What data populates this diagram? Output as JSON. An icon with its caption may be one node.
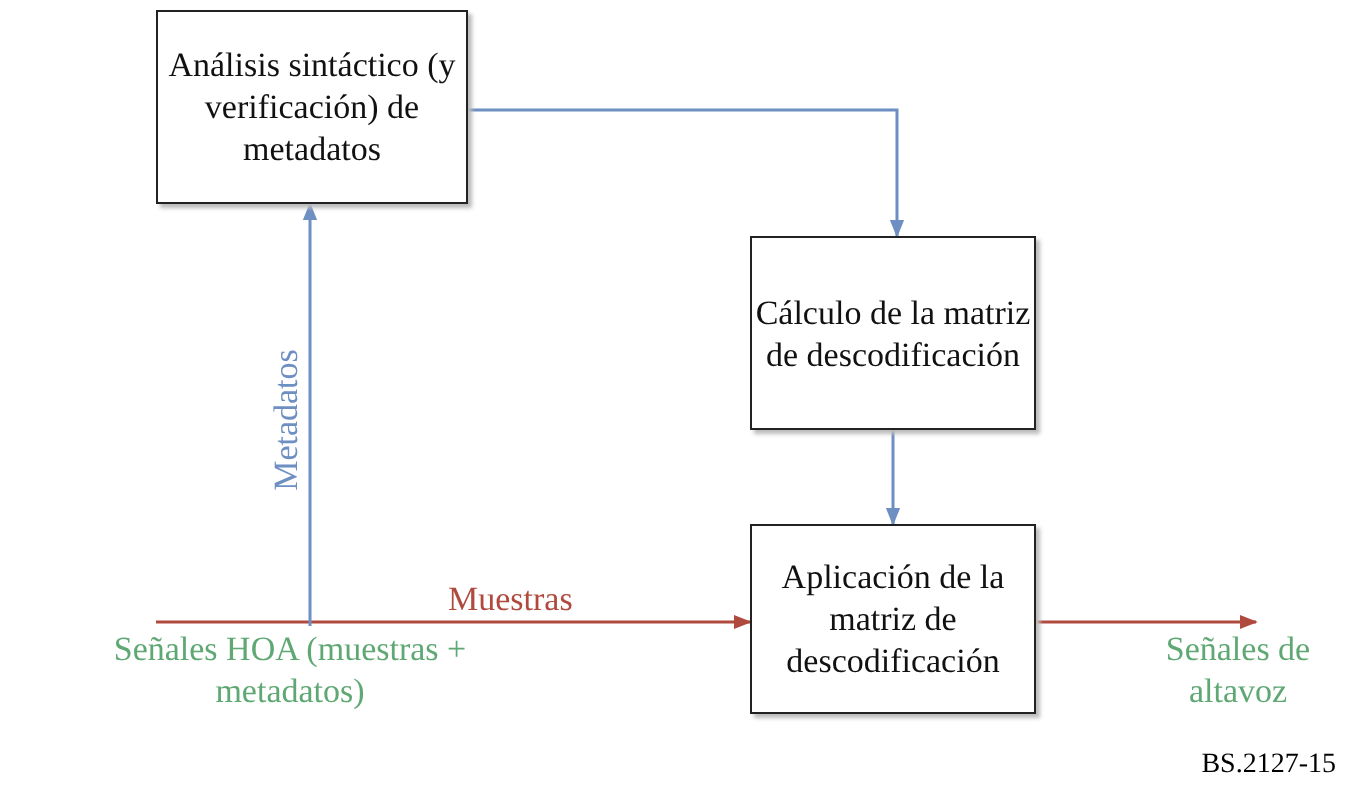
{
  "diagram": {
    "nodes": [
      {
        "text": [
          "Análisis sintáctico (y verificación) de metadatos"
        ]
      },
      {
        "text": [
          "Cálculo de la matriz de descodificación"
        ]
      },
      {
        "text": [
          "Aplicación de la matriz de descodificación"
        ]
      },
      {
        "text": [
          "Señales HOA (muestras + metadatos)"
        ]
      },
      {
        "text": [
          "Señales de altavoz"
        ]
      }
    ],
    "edges": [
      {
        "from": 3,
        "to": 2,
        "arrow": "to",
        "label": "Muestras",
        "color": "#b04a3e"
      },
      {
        "from": 3,
        "to": 0,
        "arrow": "to",
        "label": "Metadatos"
      },
      {
        "from": 0,
        "to": 1,
        "arrow": "to"
      },
      {
        "from": 1,
        "to": 2,
        "arrow": "to"
      },
      {
        "from": 2,
        "to": 4,
        "arrow": "to",
        "color": "#b04a3e"
      }
    ],
    "labels": [
      "BS.2127-15"
    ]
  }
}
